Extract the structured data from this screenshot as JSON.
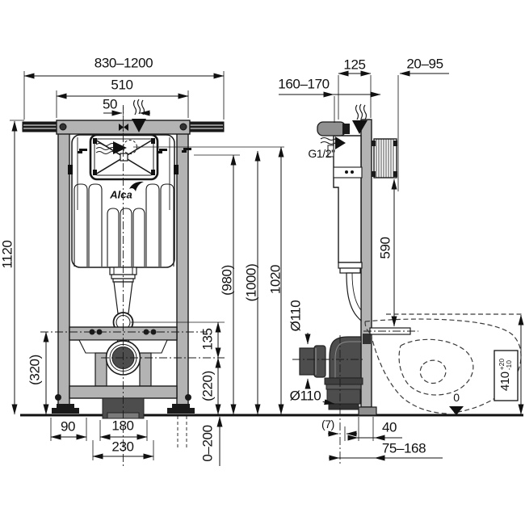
{
  "front_view": {
    "logo": "Alca",
    "dims": {
      "rail_width": "830–1200",
      "frame_width": "510",
      "inlet_offset": "50",
      "frame_height": "1120",
      "h980": "(980)",
      "h1000": "(1000)",
      "h1020": "1020",
      "v135": "135",
      "v320": "(320)",
      "v220": "(220)",
      "b90": "90",
      "b180": "180",
      "b230": "230",
      "b0200": "0–200"
    }
  },
  "side_view": {
    "dims": {
      "d125": "125",
      "d2095": "20–95",
      "d160170": "160–170",
      "thread": "G1/2\"",
      "d590": "590",
      "dia110_vert": "Ø110",
      "dia110_horiz": "Ø110",
      "d7": "(7)",
      "d40": "40",
      "d75168": "75–168",
      "d410": "410",
      "d410_plus": "+20",
      "d410_minus": "-10",
      "datum_zero": "0"
    }
  },
  "colors": {
    "line": "#1a1a1a",
    "frame_gray": "#b3b3b3",
    "dark_part": "#4d4d4d",
    "black_part": "#1a1a1a"
  },
  "icons": [
    "water-inlet-arrow-icon",
    "steam-waves-icon",
    "datum-triangle-icon",
    "alca-bird-icon"
  ]
}
